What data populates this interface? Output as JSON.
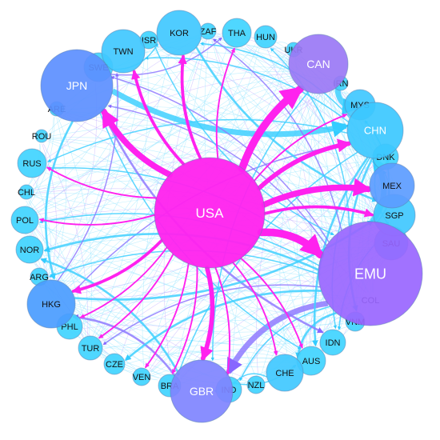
{
  "network": {
    "hub": "USA",
    "nodes": [
      {
        "id": "USA",
        "label": "USA",
        "color": "#FF22EE"
      },
      {
        "id": "EMU",
        "label": "EMU",
        "color": "#9966FF"
      },
      {
        "id": "JPN",
        "label": "JPN",
        "color": "#5C8FFF"
      },
      {
        "id": "GBR",
        "label": "GBR",
        "color": "#7F84FF"
      },
      {
        "id": "CAN",
        "label": "CAN",
        "color": "#9A78F5"
      },
      {
        "id": "CHN",
        "label": "CHN",
        "color": "#3CC8FF"
      },
      {
        "id": "MEX",
        "label": "MEX",
        "color": "#5C9CFF"
      },
      {
        "id": "HKG",
        "label": "HKG",
        "color": "#4A9CFF"
      },
      {
        "id": "KOR",
        "label": "KOR",
        "color": "#40C8FF"
      },
      {
        "id": "TWN",
        "label": "TWN",
        "color": "#40C8FF"
      },
      {
        "id": "SGP",
        "label": "SGP",
        "color": "#40C8FF"
      },
      {
        "id": "CHE",
        "label": "CHE",
        "color": "#40C8FF"
      },
      {
        "id": "MYS",
        "label": "MYS",
        "color": "#40C8FF"
      },
      {
        "id": "SAU",
        "label": "SAU",
        "color": "#40C8FF"
      },
      {
        "id": "THA",
        "label": "THA",
        "color": "#40D4FF"
      },
      {
        "id": "SWE",
        "label": "SWE",
        "color": "#40D4FF"
      },
      {
        "id": "AUS",
        "label": "AUS",
        "color": "#40D4FF"
      },
      {
        "id": "IDN",
        "label": "IDN",
        "color": "#40D4FF"
      },
      {
        "id": "RUS",
        "label": "RUS",
        "color": "#40D4FF"
      },
      {
        "id": "POL",
        "label": "POL",
        "color": "#40D4FF"
      },
      {
        "id": "NOR",
        "label": "NOR",
        "color": "#40D4FF"
      },
      {
        "id": "PHL",
        "label": "PHL",
        "color": "#40D4FF"
      },
      {
        "id": "TUR",
        "label": "TUR",
        "color": "#40D4FF"
      },
      {
        "id": "CZE",
        "label": "CZE",
        "color": "#40D4FF"
      },
      {
        "id": "IND",
        "label": "IND",
        "color": "#40D4FF"
      },
      {
        "id": "DNK",
        "label": "DNK",
        "color": "#40D4FF"
      },
      {
        "id": "HUN",
        "label": "HUN",
        "color": "#40D4FF"
      },
      {
        "id": "ISR",
        "label": "ISR",
        "color": "#40D4FF"
      },
      {
        "id": "ZAF",
        "label": "ZAF",
        "color": "#40D4FF"
      },
      {
        "id": "BRA",
        "label": "BRA",
        "color": "#40D4FF"
      },
      {
        "id": "ARG",
        "label": "ARG",
        "color": "#40D4FF"
      },
      {
        "id": "VNM",
        "label": "VNM",
        "color": "#40D4FF"
      },
      {
        "id": "VEN",
        "label": "VEN",
        "color": "#40D4FF"
      },
      {
        "id": "NZL",
        "label": "NZL",
        "color": "#40D4FF"
      },
      {
        "id": "CHL",
        "label": "CHL",
        "color": "#40D4FF"
      },
      {
        "id": "ROU",
        "label": "ROU",
        "color": "#40D4FF"
      },
      {
        "id": "ARE",
        "label": "ARE",
        "color": "#40D4FF"
      },
      {
        "id": "UKR",
        "label": "UKR",
        "color": "#40D4FF"
      },
      {
        "id": "IRN",
        "label": "IRN",
        "color": "#40D4FF"
      },
      {
        "id": "COL",
        "label": "COL",
        "color": "#9966FF"
      }
    ],
    "hub_links": [
      {
        "target": "CAN",
        "weight": 5
      },
      {
        "target": "EMU",
        "weight": 5
      },
      {
        "target": "MEX",
        "weight": 4
      },
      {
        "target": "JPN",
        "weight": 4
      },
      {
        "target": "GBR",
        "weight": 3
      },
      {
        "target": "CHN",
        "weight": 3
      },
      {
        "target": "KOR",
        "weight": 2
      },
      {
        "target": "TWN",
        "weight": 2
      },
      {
        "target": "HKG",
        "weight": 2
      },
      {
        "target": "SGP",
        "weight": 2
      },
      {
        "target": "THA",
        "weight": 1
      },
      {
        "target": "MYS",
        "weight": 1
      },
      {
        "target": "RUS",
        "weight": 1
      },
      {
        "target": "POL",
        "weight": 1
      },
      {
        "target": "PHL",
        "weight": 1
      },
      {
        "target": "CHE",
        "weight": 1
      },
      {
        "target": "AUS",
        "weight": 1
      },
      {
        "target": "IND",
        "weight": 1
      },
      {
        "target": "BRA",
        "weight": 1
      },
      {
        "target": "VEN",
        "weight": 1
      },
      {
        "target": "TUR",
        "weight": 1
      }
    ],
    "other_links": [
      [
        "CAN",
        "CHN"
      ],
      [
        "EMU",
        "GBR"
      ],
      [
        "EMU",
        "CHN"
      ],
      [
        "JPN",
        "CHN"
      ],
      [
        "JPN",
        "KOR"
      ],
      [
        "CHN",
        "HKG"
      ],
      [
        "EMU",
        "CHE"
      ],
      [
        "EMU",
        "RUS"
      ],
      [
        "EMU",
        "POL"
      ],
      [
        "GBR",
        "HKG"
      ],
      [
        "CHN",
        "KOR"
      ],
      [
        "CHN",
        "TWN"
      ],
      [
        "JPN",
        "HKG"
      ],
      [
        "EMU",
        "TUR"
      ],
      [
        "GBR",
        "IND"
      ],
      [
        "CHN",
        "AUS"
      ],
      [
        "SGP",
        "MYS"
      ],
      [
        "EMU",
        "SWE"
      ],
      [
        "EMU",
        "NOR"
      ],
      [
        "CHN",
        "SAU"
      ],
      [
        "JPN",
        "AUS"
      ],
      [
        "KOR",
        "TWN"
      ],
      [
        "CHN",
        "IDN"
      ],
      [
        "EMU",
        "DNK"
      ],
      [
        "GBR",
        "NOR"
      ],
      [
        "HKG",
        "TWN"
      ],
      [
        "CHE",
        "GBR"
      ],
      [
        "MEX",
        "CHN"
      ],
      [
        "EMU",
        "HUN"
      ],
      [
        "JPN",
        "THA"
      ],
      [
        "EMU",
        "CZE"
      ],
      [
        "CHN",
        "BRA"
      ],
      [
        "EMU",
        "IND"
      ],
      [
        "JPN",
        "IDN"
      ],
      [
        "GBR",
        "AUS"
      ],
      [
        "SGP",
        "IDN"
      ],
      [
        "HKG",
        "SGP"
      ],
      [
        "EMU",
        "ZAF"
      ],
      [
        "CHN",
        "RUS"
      ],
      [
        "KOR",
        "SGP"
      ],
      [
        "CAN",
        "GBR"
      ],
      [
        "EMU",
        "JPN"
      ],
      [
        "CHN",
        "VNM"
      ],
      [
        "EMU",
        "ARG"
      ],
      [
        "ISR",
        "EMU"
      ]
    ]
  }
}
